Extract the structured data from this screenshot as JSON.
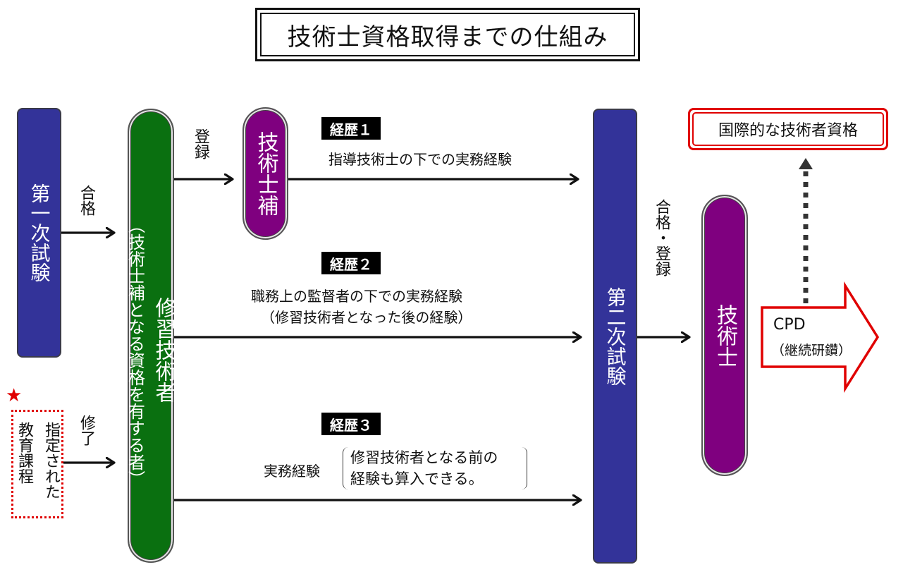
{
  "title": "技術士資格取得までの仕組み",
  "nodes": {
    "first_exam": "第一次試験",
    "trainee_main": "修習技術者",
    "trainee_sub": "（技術士補となる資格を有する者）",
    "assistant": "技術士補",
    "second_exam": "第二次試験",
    "engineer": "技術士",
    "education_col1": "指定された",
    "education_col2": "教育課程",
    "education_marker": "★",
    "international": "国際的な技術者資格",
    "cpd_title": "CPD",
    "cpd_sub": "（継続研鑽）"
  },
  "edge_labels": {
    "pass": "合格",
    "complete": "修了",
    "register": "登録",
    "pass_register": "合格・登録"
  },
  "careers": [
    {
      "badge": "経歴１",
      "line1": "指導技術士の下での実務経験"
    },
    {
      "badge": "経歴２",
      "line1": "職務上の監督者の下での実務経験",
      "line2": "（修習技術者となった後の経験）"
    },
    {
      "badge": "経歴３",
      "label": "実務経験",
      "note1": "修習技術者となる前の",
      "note2": "経験も算入できる。"
    }
  ],
  "colors": {
    "exam": "#333399",
    "trainee": "#0a7010",
    "engineer": "#7f007f",
    "accent_red": "#e00000"
  }
}
